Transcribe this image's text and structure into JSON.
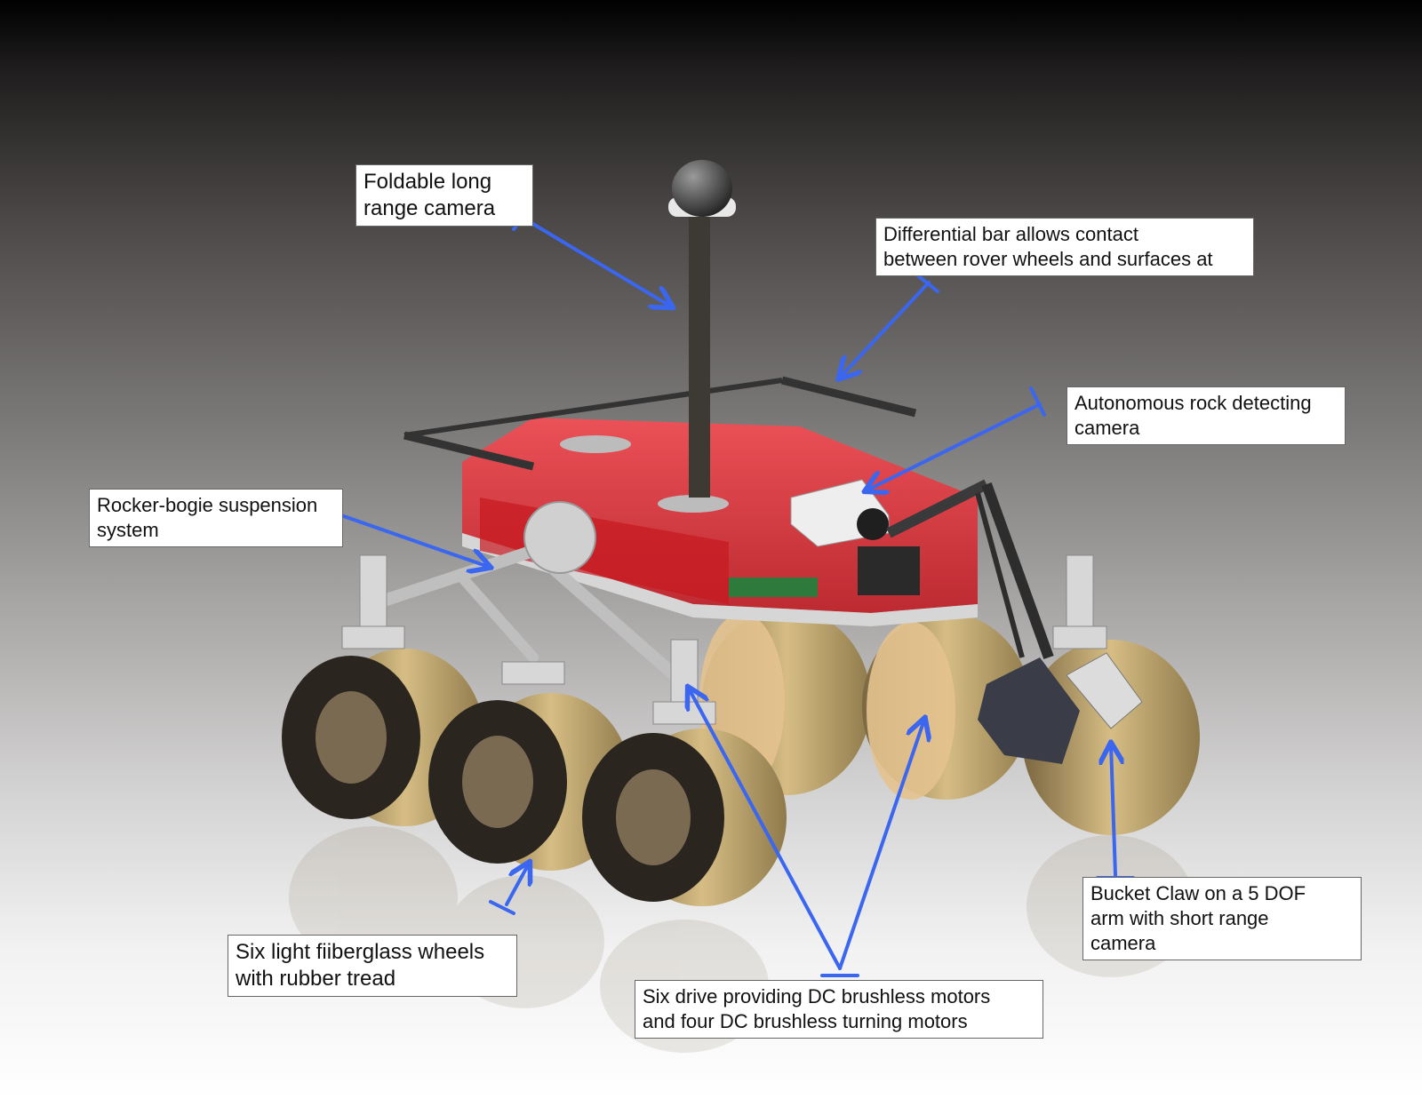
{
  "callouts": {
    "long_range_camera": "Foldable  long\nrange camera",
    "differential_bar": "Differential bar allows contact\nbetween rover wheels and surfaces at",
    "rock_camera": "Autonomous rock detecting\ncamera",
    "rocker_bogie": "Rocker-bogie suspension\nsystem",
    "wheels": "Six light fiiberglass wheels\nwith rubber tread",
    "motors": "Six drive providing DC brushless motors\nand four DC brushless turning motors",
    "bucket_claw": "Bucket Claw on a 5 DOF\narm with short range\ncamera"
  },
  "colors": {
    "arrow": "#3a66f0",
    "chassis": "#e8202a",
    "frame": "#c9c9c9",
    "wheel": "#c6a468",
    "wheel_dark": "#2b2520"
  }
}
